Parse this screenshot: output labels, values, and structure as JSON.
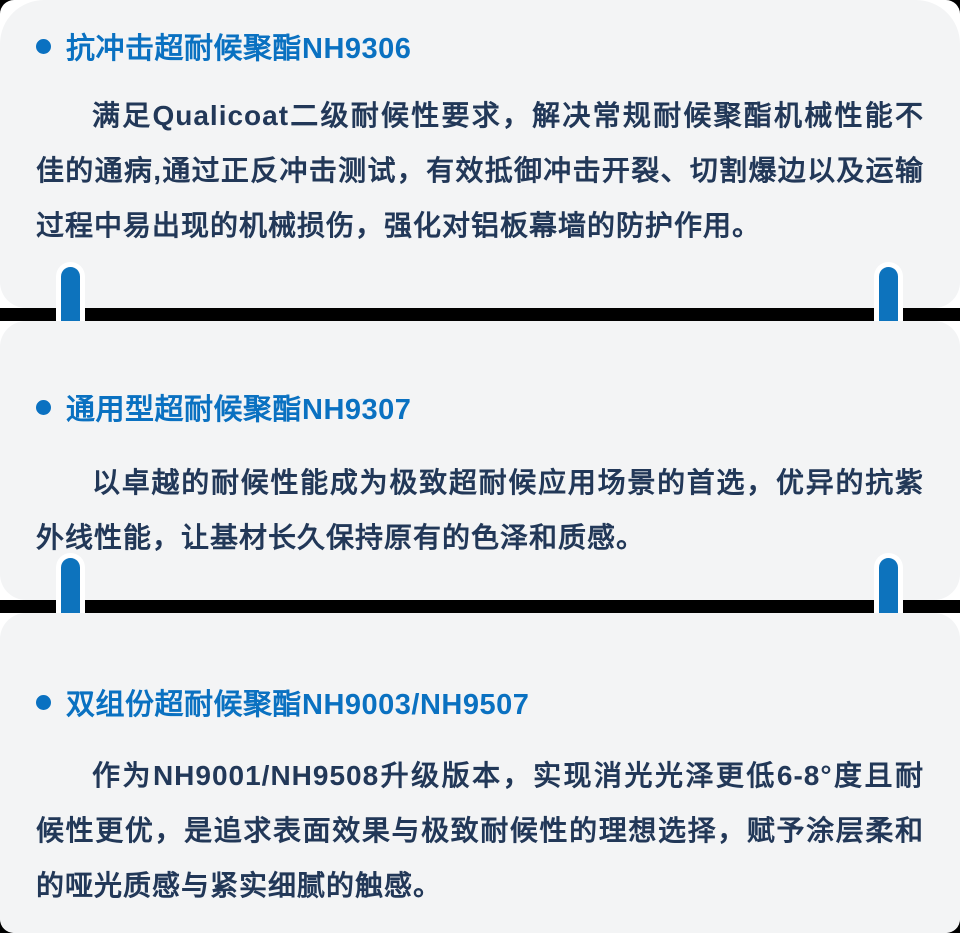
{
  "colors": {
    "accent_blue": "#0a71c1",
    "pin_blue": "#0d73bd",
    "body_navy": "#223858",
    "card_background": "#f3f4f5",
    "divider_black": "#000000",
    "page_white": "#ffffff"
  },
  "sections": [
    {
      "title": "抗冲击超耐候聚酯NH9306",
      "body": "满足Qualicoat二级耐候性要求，解决常规耐候聚酯机械性能不佳的通病,通过正反冲击测试，有效抵御冲击开裂、切割爆边以及运输过程中易出现的机械损伤，强化对铝板幕墙的防护作用。"
    },
    {
      "title": "通用型超耐候聚酯NH9307",
      "body": "以卓越的耐候性能成为极致超耐候应用场景的首选，优异的抗紫外线性能，让基材长久保持原有的色泽和质感。"
    },
    {
      "title": "双组份超耐候聚酯NH9003/NH9507",
      "body": "作为NH9001/NH9508升级版本，实现消光光泽更低6-8°度且耐候性更优，是追求表面效果与极致耐候性的理想选择，赋予涂层柔和的哑光质感与紧实细腻的触感。"
    }
  ]
}
